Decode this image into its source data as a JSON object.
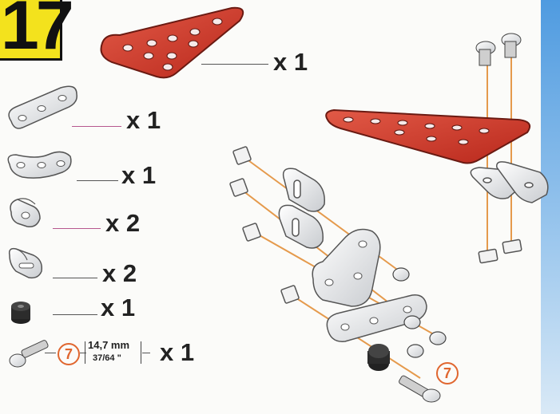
{
  "step": {
    "number": "17"
  },
  "parts": [
    {
      "name": "triangular-flat-plate",
      "qty": "x 1"
    },
    {
      "name": "flat-strip-3-hole",
      "qty": "x 1"
    },
    {
      "name": "curved-strip",
      "qty": "x 1"
    },
    {
      "name": "angle-bracket-curved",
      "qty": "x 2"
    },
    {
      "name": "angle-bracket-slotted",
      "qty": "x 2"
    },
    {
      "name": "spacer-collar",
      "qty": "x 1"
    },
    {
      "name": "bolt",
      "qty": "x 1",
      "marker": "7",
      "length_mm": "14,7 mm",
      "length_in": "37/64 \""
    }
  ],
  "assembly": {
    "marker": "7"
  },
  "colors": {
    "red_part": "#d8392a",
    "badge": "#f3e21d",
    "thread": "#e59a4c",
    "marker": "#e0662f"
  }
}
